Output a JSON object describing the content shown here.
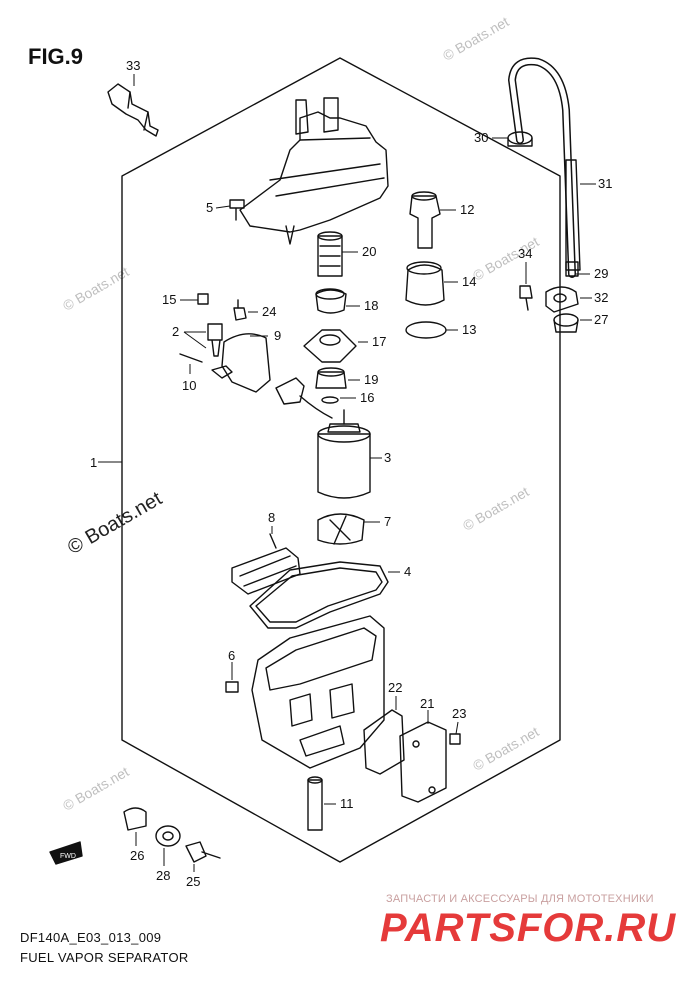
{
  "figure": {
    "title": "FIG.9",
    "code": "DF140A_E03_013_009",
    "caption": "FUEL VAPOR SEPARATOR"
  },
  "watermarks": {
    "text": "© Boats.net"
  },
  "shop": {
    "line": "ЗАПЧАСТИ И АКСЕССУАРЫ ДЛЯ МОТОТЕХНИКИ",
    "logo": "PARTSFOR.RU"
  },
  "fwd_marker": "FWD",
  "callouts": [
    "1",
    "2",
    "3",
    "4",
    "5",
    "6",
    "7",
    "8",
    "9",
    "10",
    "11",
    "12",
    "13",
    "14",
    "15",
    "16",
    "17",
    "18",
    "19",
    "20",
    "21",
    "22",
    "23",
    "24",
    "25",
    "26",
    "27",
    "28",
    "29",
    "30",
    "31",
    "32",
    "33",
    "34"
  ]
}
